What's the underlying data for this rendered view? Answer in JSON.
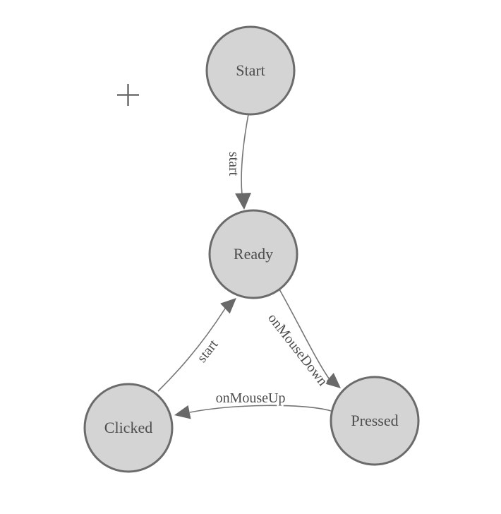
{
  "diagram": {
    "type": "finite-state-machine",
    "background_color": "#ffffff",
    "node_fill_color": "#d4d4d4",
    "node_border_color": "#6b6b6b",
    "edge_color": "#757575",
    "arrow_color": "#696969",
    "label_color": "#4d4d4d",
    "nodes": [
      {
        "id": "start",
        "label": "Start"
      },
      {
        "id": "ready",
        "label": "Ready"
      },
      {
        "id": "clicked",
        "label": "Clicked"
      },
      {
        "id": "pressed",
        "label": "Pressed"
      }
    ],
    "edges": [
      {
        "from": "Start",
        "to": "Ready",
        "label": "start"
      },
      {
        "from": "Clicked",
        "to": "Ready",
        "label": "start"
      },
      {
        "from": "Ready",
        "to": "Pressed",
        "label": "onMouseDown"
      },
      {
        "from": "Pressed",
        "to": "Clicked",
        "label": "onMouseUp"
      }
    ],
    "cursor": {
      "symbol": "plus-crosshair"
    }
  }
}
